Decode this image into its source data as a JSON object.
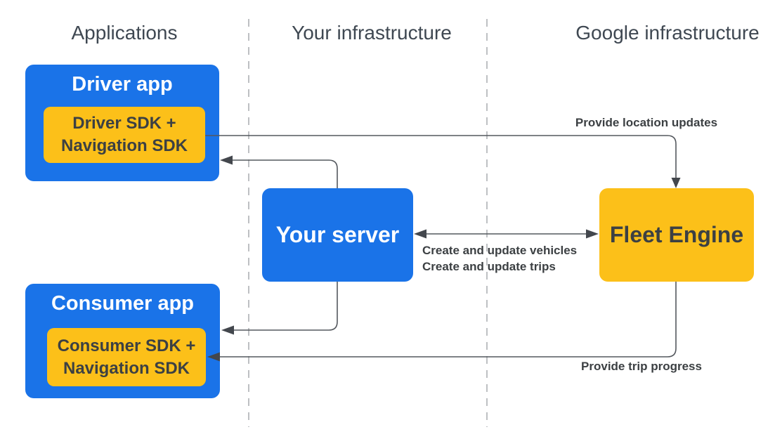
{
  "columns": {
    "applications": "Applications",
    "your_infrastructure": "Your infrastructure",
    "google_infrastructure": "Google infrastructure"
  },
  "nodes": {
    "driver_app": {
      "title": "Driver app"
    },
    "driver_sdk": {
      "line1": "Driver SDK +",
      "line2": "Navigation SDK"
    },
    "consumer_app": {
      "title": "Consumer app"
    },
    "consumer_sdk": {
      "line1": "Consumer SDK +",
      "line2": "Navigation SDK"
    },
    "your_server": {
      "title": "Your server"
    },
    "fleet_engine": {
      "title": "Fleet Engine"
    }
  },
  "edges": {
    "provide_location_updates": "Provide location updates",
    "create_update_vehicles": "Create and update vehicles",
    "create_update_trips": "Create and update trips",
    "provide_trip_progress": "Provide trip progress"
  },
  "colors": {
    "blue": "#1a73e8",
    "yellow": "#fcc019",
    "dark_text": "#3c4043",
    "header_text": "#3f4852",
    "line": "#54585e",
    "arrowhead": "#43474d",
    "divider": "#a8abaf",
    "white": "#ffffff",
    "background": "#ffffff"
  }
}
